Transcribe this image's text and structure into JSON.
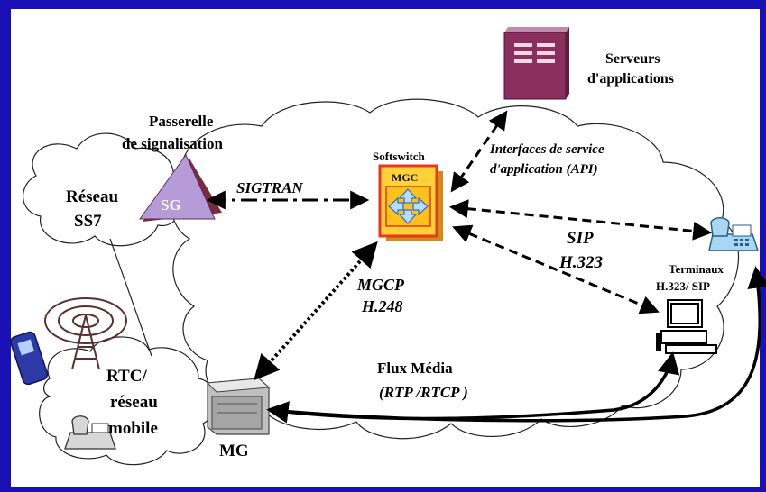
{
  "colors": {
    "frame": "#1a10b8",
    "canvas": "#ffffff",
    "sg_fill": "#b79ad8",
    "mgc_fill": "#ffd23a",
    "mgc_border": "#e8381c",
    "server_fill": "#8a2f5e",
    "phone_fill": "#a8d7f2"
  },
  "labels": {
    "passerelle_line1": "Passerelle",
    "passerelle_line2": "de  signalisation",
    "sg": "SG",
    "reseau_line1": "Réseau",
    "reseau_line2": "SS7",
    "sigtran": "SIGTRAN",
    "softswitch": "Softswitch",
    "mgc": "MGC",
    "serveurs_line1": "Serveurs",
    "serveurs_line2": "d'applications",
    "api_line1": "Interfaces de service",
    "api_line2": "d'application (API)",
    "sip": "SIP",
    "h323": "H.323",
    "terminaux_line1": "Terminaux",
    "terminaux_line2": "H.323/ SIP",
    "mgcp": "MGCP",
    "h248": "H.248",
    "flux_line1": "Flux Média",
    "flux_line2": "(RTP /RTCP  )",
    "rtc_line1": "RTC/",
    "rtc_line2": "réseau",
    "rtc_line3": "mobile",
    "mg": "MG"
  },
  "icons": [
    "signaling-gateway-triangle",
    "softswitch-box",
    "application-server",
    "ip-phone",
    "computer-terminal",
    "media-gateway",
    "cellular-tower",
    "mobile-phone",
    "desk-phone"
  ]
}
